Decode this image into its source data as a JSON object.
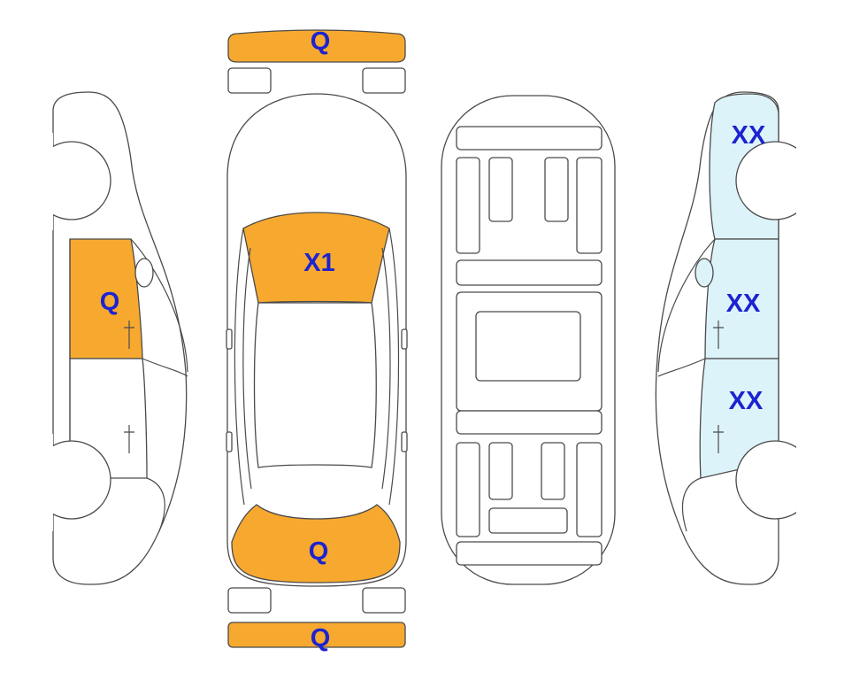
{
  "colors": {
    "orange": "#F7A92F",
    "light_blue": "#DDF3FA",
    "label_blue": "#1C23D0",
    "outline": "#4a4a4a"
  },
  "labels": {
    "front_bumper": "Q",
    "hood": "X1",
    "rear_window": "Q",
    "rear_bumper": "Q",
    "left_front_door": "Q",
    "right_front_fender": "XX",
    "right_front_door": "XX",
    "right_rear_door": "XX"
  }
}
